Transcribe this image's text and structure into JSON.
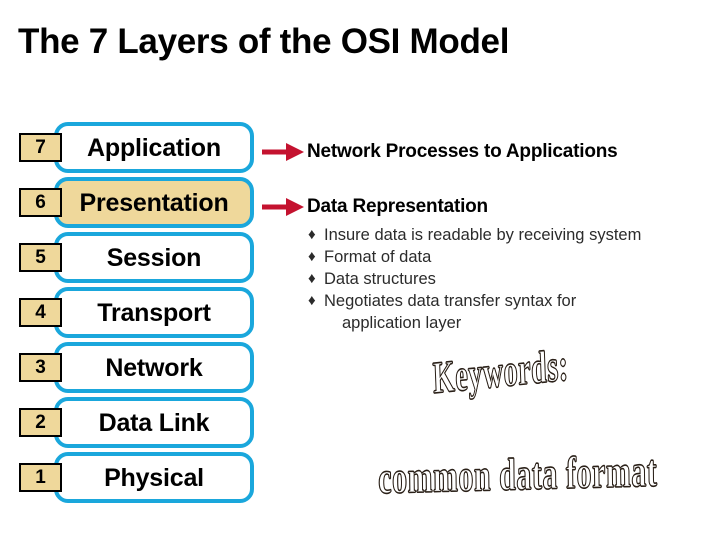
{
  "slide": {
    "title": "The 7 Layers of the OSI Model",
    "background_color": "#ffffff"
  },
  "colors": {
    "layer_border": "#1aa7dc",
    "layer_fill": "#ffffff",
    "highlight_fill": "#efd89b",
    "badge_fill": "#efd89b",
    "badge_border": "#000000",
    "arrow": "#c4122f",
    "text": "#000000",
    "bullet_text": "#2b2b2b"
  },
  "stack": {
    "layers": [
      {
        "number": "7",
        "name": "Application",
        "highlighted": false
      },
      {
        "number": "6",
        "name": "Presentation",
        "highlighted": true
      },
      {
        "number": "5",
        "name": "Session",
        "highlighted": false
      },
      {
        "number": "4",
        "name": "Transport",
        "highlighted": false
      },
      {
        "number": "3",
        "name": "Network",
        "highlighted": false
      },
      {
        "number": "2",
        "name": "Data Link",
        "highlighted": false
      },
      {
        "number": "1",
        "name": "Physical",
        "highlighted": false
      }
    ]
  },
  "annotations": [
    {
      "for_layer": "7",
      "arrow_icon": "right-arrow-icon",
      "heading": "Network Processes to Applications"
    },
    {
      "for_layer": "6",
      "arrow_icon": "right-arrow-icon",
      "heading": "Data Representation"
    }
  ],
  "bullets": [
    {
      "text": "Insure data is readable by receiving system",
      "continuation": ""
    },
    {
      "text": "Format of data",
      "continuation": ""
    },
    {
      "text": "Data structures",
      "continuation": ""
    },
    {
      "text": "Negotiates data transfer syntax for",
      "continuation": "application layer"
    }
  ],
  "bullet_marker": "♦",
  "wordart": {
    "keywords_label": "Keywords:",
    "phrase": "common data format"
  },
  "margin_mark": ""
}
